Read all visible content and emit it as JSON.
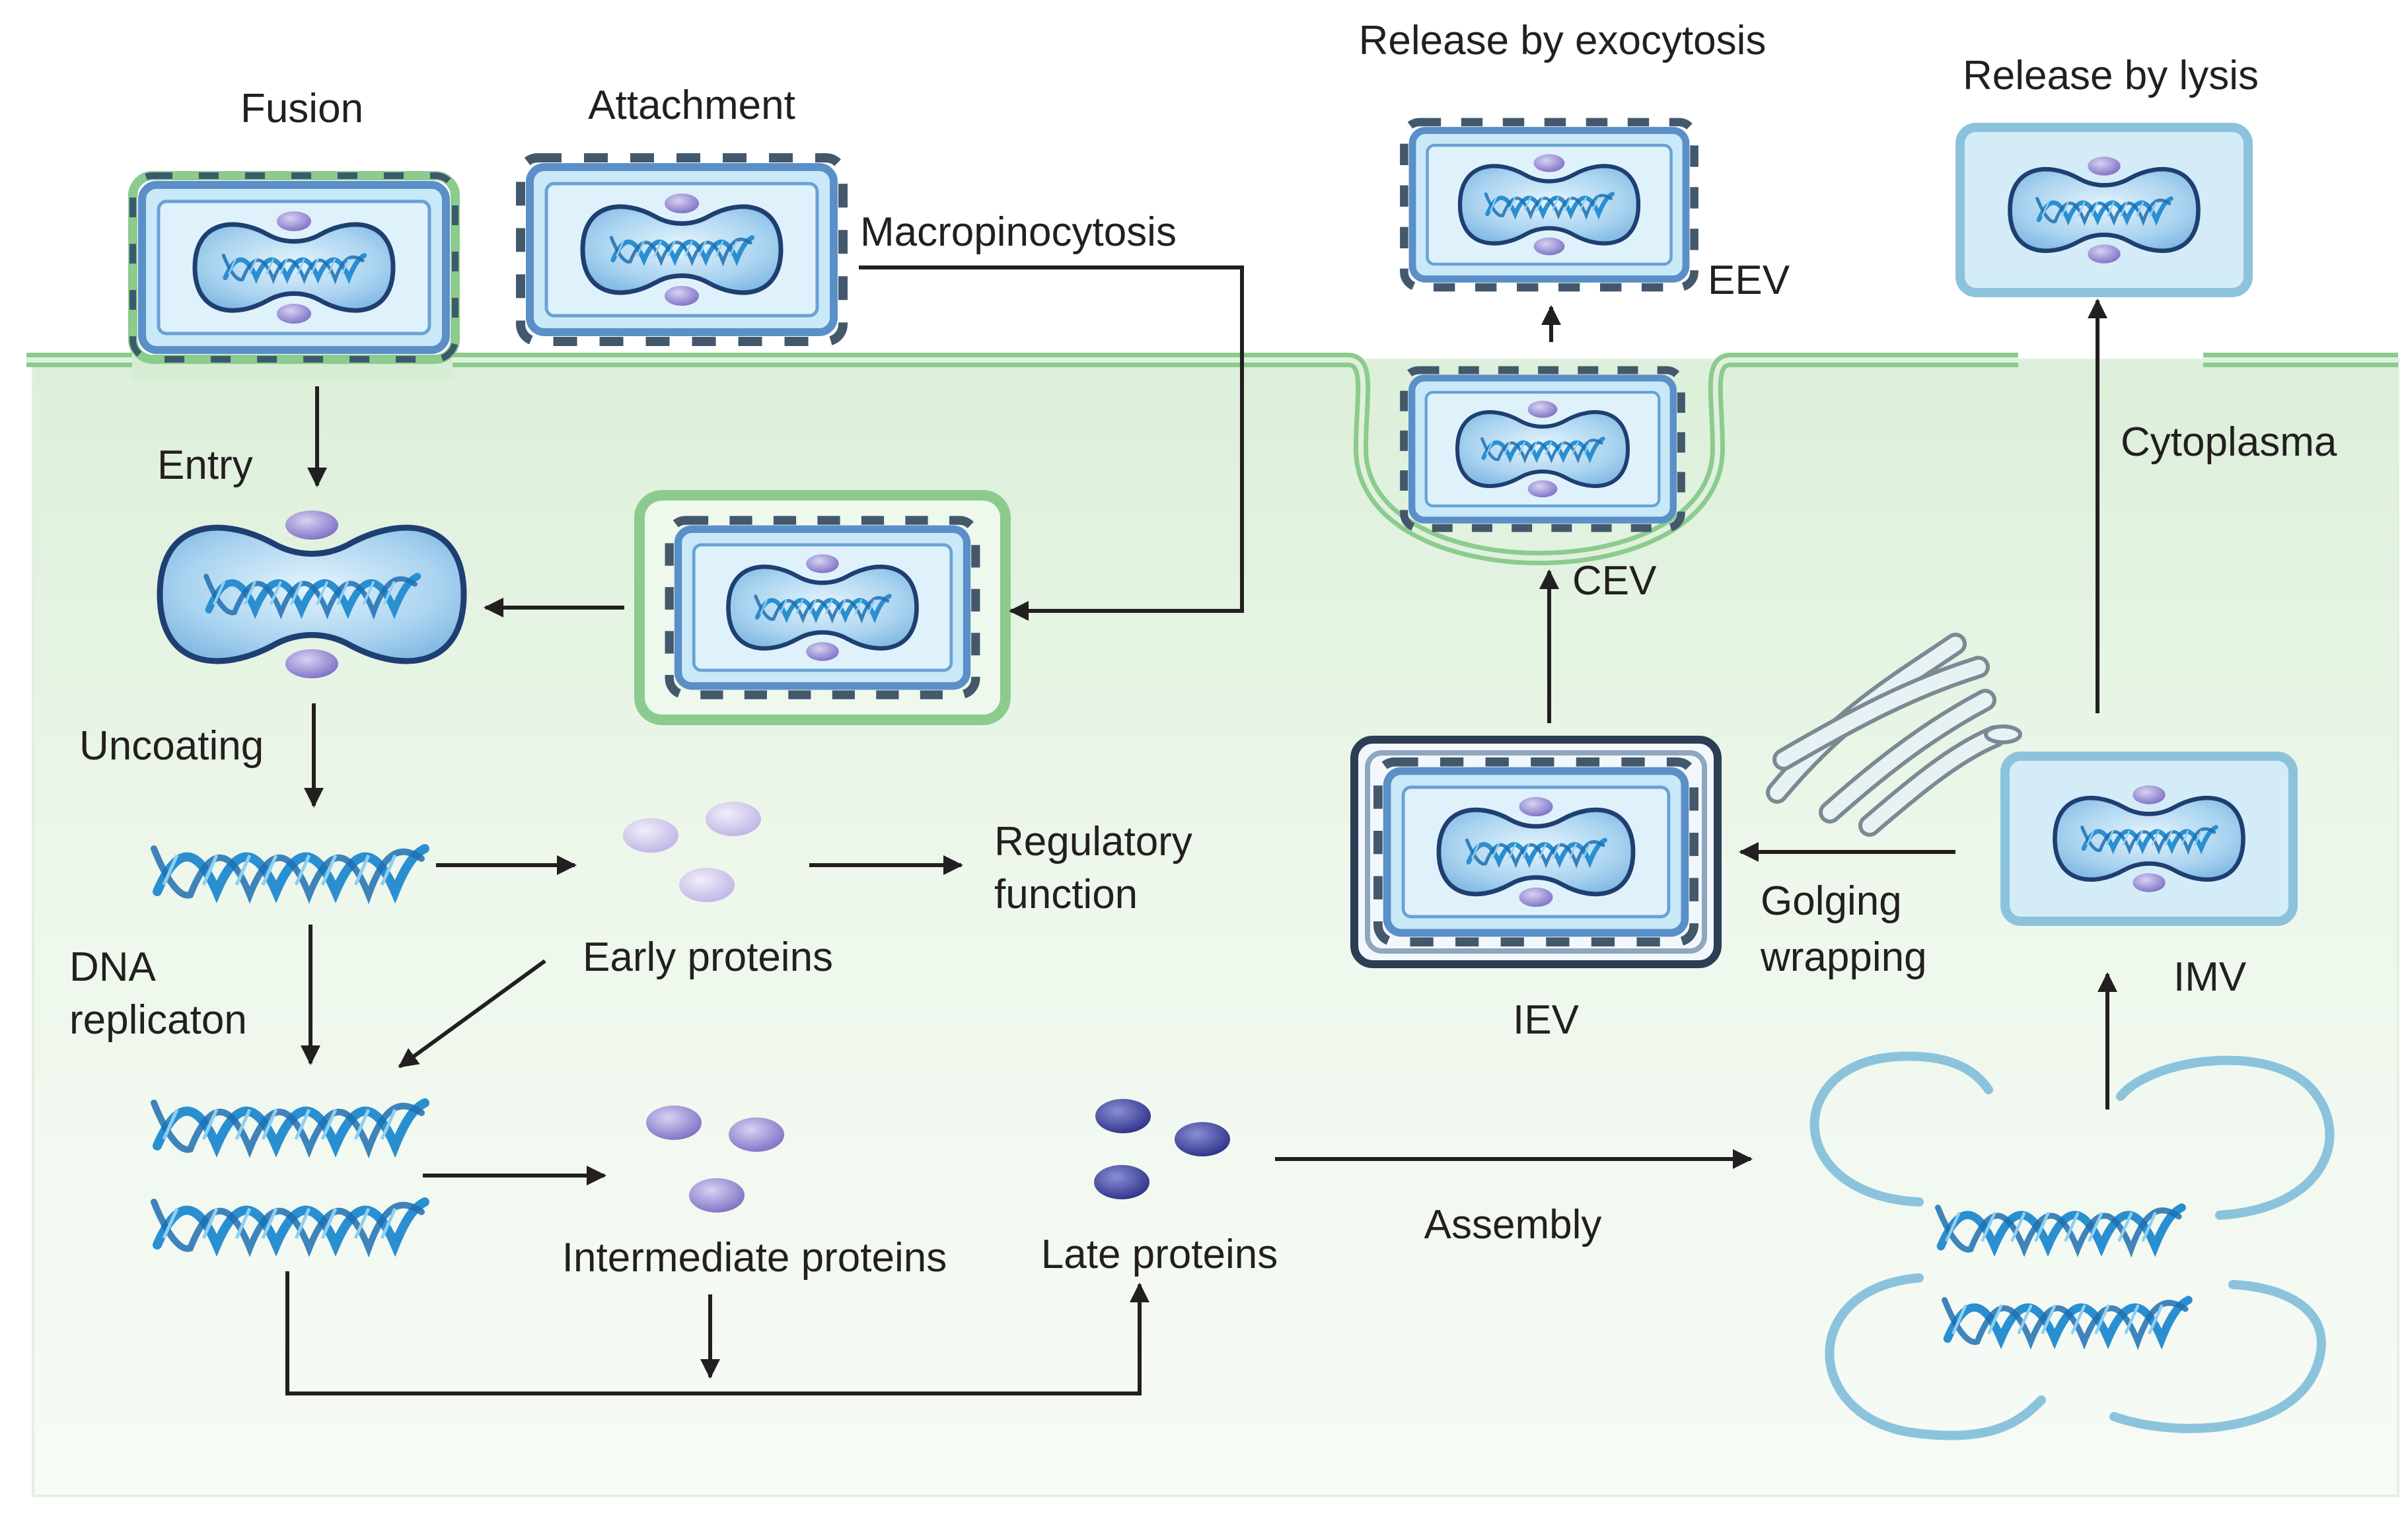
{
  "labels": {
    "fusion": "Fusion",
    "attachment": "Attachment",
    "macropinocytosis": "Macropinocytosis",
    "release_exocytosis": "Release by exocytosis",
    "release_lysis": "Release by lysis",
    "eev": "EEV",
    "cev": "CEV",
    "cytoplasma": "Cytoplasma",
    "entry": "Entry",
    "uncoating": "Uncoating",
    "regulatory_line1": "Regulatory",
    "regulatory_line2": "function",
    "early_proteins": "Early proteins",
    "dna_line1": "DNA",
    "dna_line2": "replicaton",
    "golgi_line1": "Golging",
    "golgi_line2": "wrapping",
    "iev": "IEV",
    "imv": "IMV",
    "intermediate_proteins": "Intermediate proteins",
    "late_proteins": "Late proteins",
    "assembly": "Assembly"
  },
  "colors": {
    "cytoplasm": "#e6f3e4",
    "membrane": "#8ccb8e",
    "virion_fill": "#c9e9f8",
    "virion_border": "#5a8fc8",
    "core_fill": "#a9d3f0",
    "core_stroke": "#1f3f72",
    "dna": "#2a8fd0",
    "early_protein": "#c5bde8",
    "intermediate_protein": "#8f83cf",
    "late_protein": "#3b3e9a",
    "arrow": "#231f20",
    "iev_outer": "#2b3e55",
    "imv_border": "#8cc3dc"
  }
}
